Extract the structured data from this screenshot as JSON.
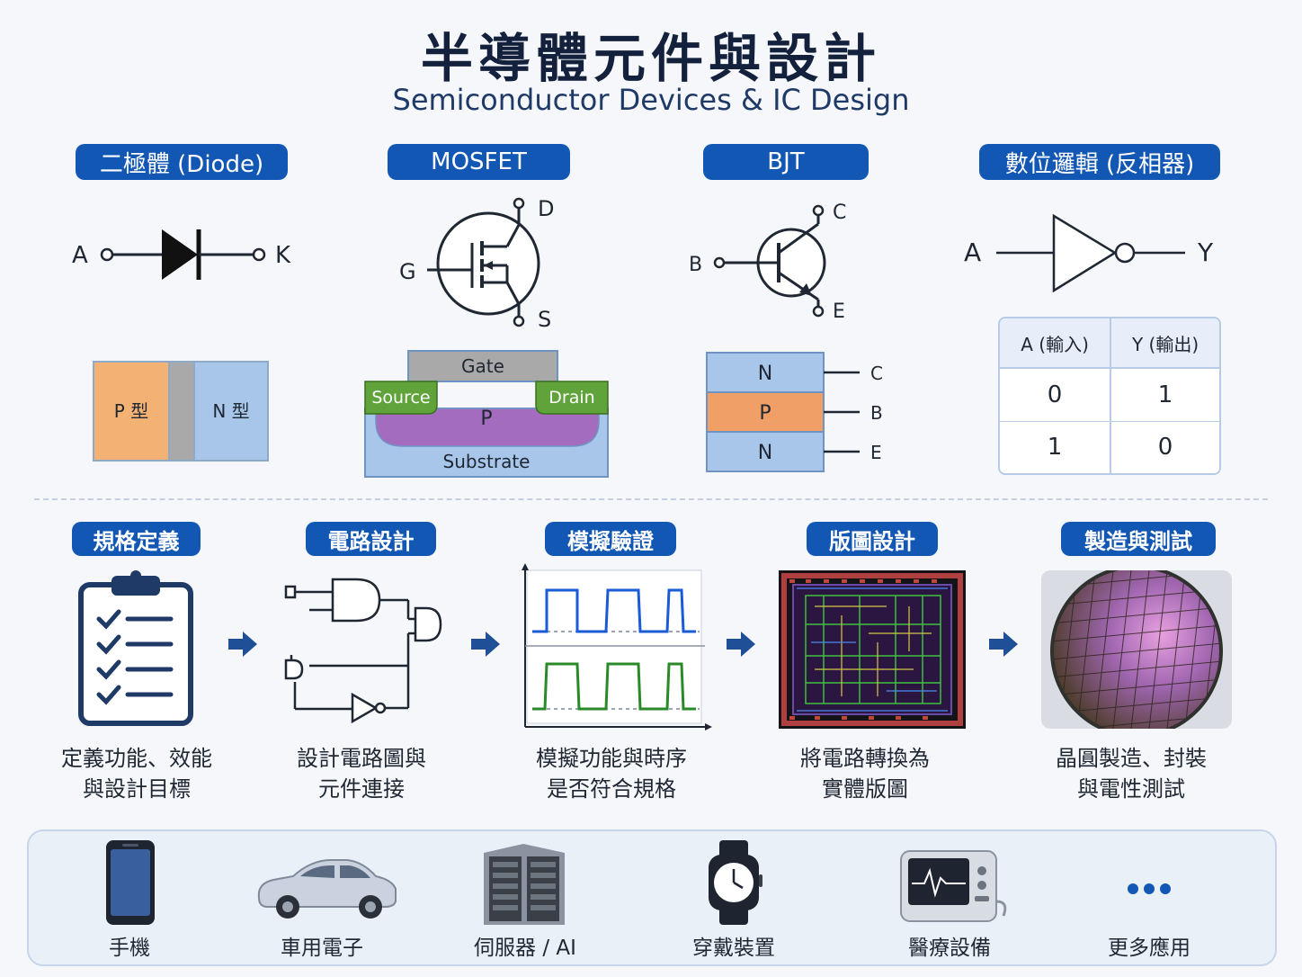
{
  "header": {
    "title": "半導體元件與設計",
    "subtitle": "Semiconductor Devices & IC Design"
  },
  "devices": {
    "diode": {
      "label": "二極體 (Diode)",
      "terminal_a": "A",
      "terminal_k": "K",
      "p_region": "P 型",
      "n_region": "N 型"
    },
    "mosfet": {
      "label": "MOSFET",
      "terminal_d": "D",
      "terminal_g": "G",
      "terminal_s": "S",
      "gate": "Gate",
      "source": "Source",
      "drain": "Drain",
      "body": "P",
      "substrate": "Substrate"
    },
    "bjt": {
      "label": "BJT",
      "terminal_c": "C",
      "terminal_b": "B",
      "terminal_e": "E",
      "layers": [
        {
          "name": "N",
          "terminal": "C"
        },
        {
          "name": "P",
          "terminal": "B"
        },
        {
          "name": "N",
          "terminal": "E"
        }
      ]
    },
    "inverter": {
      "label": "數位邏輯 (反相器)",
      "input": "A",
      "output": "Y",
      "truth_table": {
        "headers": [
          "A (輸入)",
          "Y (輸出)"
        ],
        "rows": [
          [
            "0",
            "1"
          ],
          [
            "1",
            "0"
          ]
        ]
      }
    }
  },
  "flow": {
    "steps": [
      {
        "label": "規格定義",
        "caption_1": "定義功能、效能",
        "caption_2": "與設計目標"
      },
      {
        "label": "電路設計",
        "caption_1": "設計電路圖與",
        "caption_2": "元件連接"
      },
      {
        "label": "模擬驗證",
        "caption_1": "模擬功能與時序",
        "caption_2": "是否符合規格"
      },
      {
        "label": "版圖設計",
        "caption_1": "將電路轉換為",
        "caption_2": "實體版圖"
      },
      {
        "label": "製造與測試",
        "caption_1": "晶圓製造、封裝",
        "caption_2": "與電性測試"
      }
    ]
  },
  "applications": [
    {
      "label": "手機",
      "icon": "smartphone-icon"
    },
    {
      "label": "車用電子",
      "icon": "car-icon"
    },
    {
      "label": "伺服器 / AI",
      "icon": "server-icon"
    },
    {
      "label": "穿戴裝置",
      "icon": "smartwatch-icon"
    },
    {
      "label": "醫療設備",
      "icon": "medical-monitor-icon"
    },
    {
      "label": "更多應用",
      "icon": "more-dots-icon"
    }
  ],
  "colors": {
    "accent": "#1357b5",
    "p_type": "#f3b273",
    "n_type": "#a7c6ea",
    "gate": "#a9a9a9",
    "source_drain": "#5fa33a",
    "p_body": "#a46cbf",
    "wave_blue": "#1a5bd6",
    "wave_green": "#2a8a2a"
  }
}
